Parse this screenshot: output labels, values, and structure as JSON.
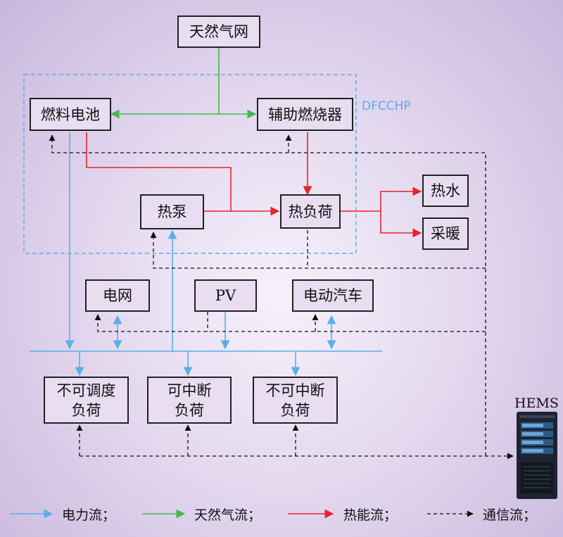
{
  "nodes": {
    "natural_gas": "天然气网",
    "fuel_cell": "燃料电池",
    "aux_burner": "辅助燃烧器",
    "heat_pump": "热泵",
    "heat_load": "热负荷",
    "hot_water": "热水",
    "heating": "采暖",
    "grid": "电网",
    "pv": "PV",
    "ev": "电动汽车",
    "nondispatchable_line1": "不可调度",
    "nondispatchable_line2": "负荷",
    "interruptible_line1": "可中断",
    "interruptible_line2": "负荷",
    "noninterruptible_line1": "不可中断",
    "noninterruptible_line2": "负荷"
  },
  "group_label": "DFCCHP",
  "hems_label": "HEMS",
  "legend": {
    "electric": "电力流；",
    "gas": "天然气流；",
    "heat": "热能流；",
    "comm": "通信流；"
  },
  "colors": {
    "electric": "#5aaeea",
    "gas": "#49b749",
    "heat": "#e8232a",
    "comm": "#222222",
    "group_border": "#5aaeea"
  }
}
